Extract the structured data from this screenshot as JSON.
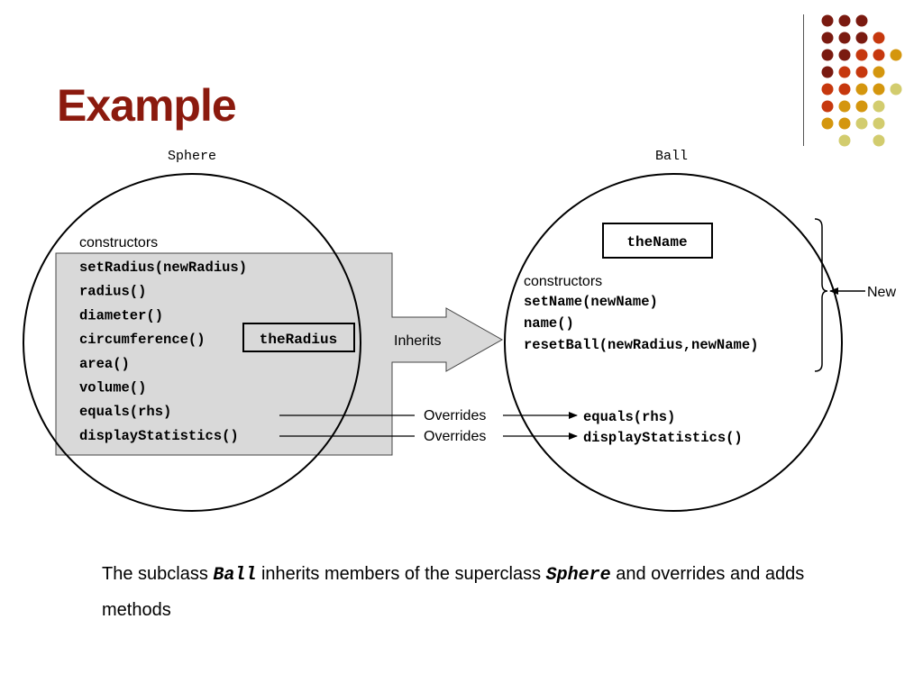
{
  "slide": {
    "title": "Example",
    "caption": {
      "part1": "The subclass ",
      "subclass": "Ball",
      "part2": " inherits members of the superclass ",
      "superclass": "Sphere",
      "part3": " and overrides and adds methods"
    }
  },
  "decoration": {
    "dot_colors": [
      "#7a1a10",
      "#c6380e",
      "#d4960e",
      "#d2cc6e"
    ]
  },
  "diagram": {
    "sphere": {
      "label": "Sphere",
      "constructors": "constructors",
      "methods": [
        "setRadius(newRadius)",
        "radius()",
        "diameter()",
        "circumference()",
        "area()",
        "volume()",
        "equals(rhs)",
        "displayStatistics()"
      ],
      "field": "theRadius"
    },
    "ball": {
      "label": "Ball",
      "field": "theName",
      "constructors": "constructors",
      "methods": [
        "setName(newName)",
        "name()",
        "resetBall(newRadius,newName)"
      ],
      "overridden": [
        "equals(rhs)",
        "displayStatistics()"
      ]
    },
    "inherits_label": "Inherits",
    "overrides_labels": [
      "Overrides",
      "Overrides"
    ],
    "new_label": "New"
  }
}
